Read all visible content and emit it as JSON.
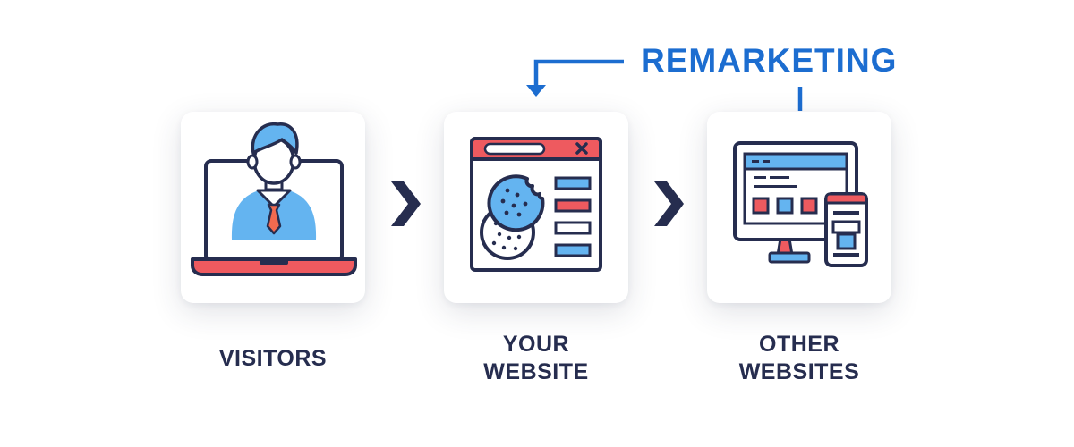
{
  "flow": {
    "remarketing_label": "REMARKETING",
    "steps": [
      {
        "line1": "VISITORS",
        "line2": ""
      },
      {
        "line1": "YOUR",
        "line2": "WEBSITE"
      },
      {
        "line1": "OTHER",
        "line2": "WEBSITES"
      }
    ]
  },
  "icons": {
    "step1": "visitor-at-laptop-icon",
    "step2": "website-cookies-icon",
    "step3": "multi-device-websites-icon",
    "connector": "chevron-right-icon",
    "remarketing": "elbow-arrow-icon"
  },
  "colors": {
    "navy": "#262d4f",
    "remarketing_blue": "#1c6dd0",
    "light_blue": "#64b4f0",
    "red": "#ee5a5f",
    "tie_orange": "#f26a4f"
  }
}
